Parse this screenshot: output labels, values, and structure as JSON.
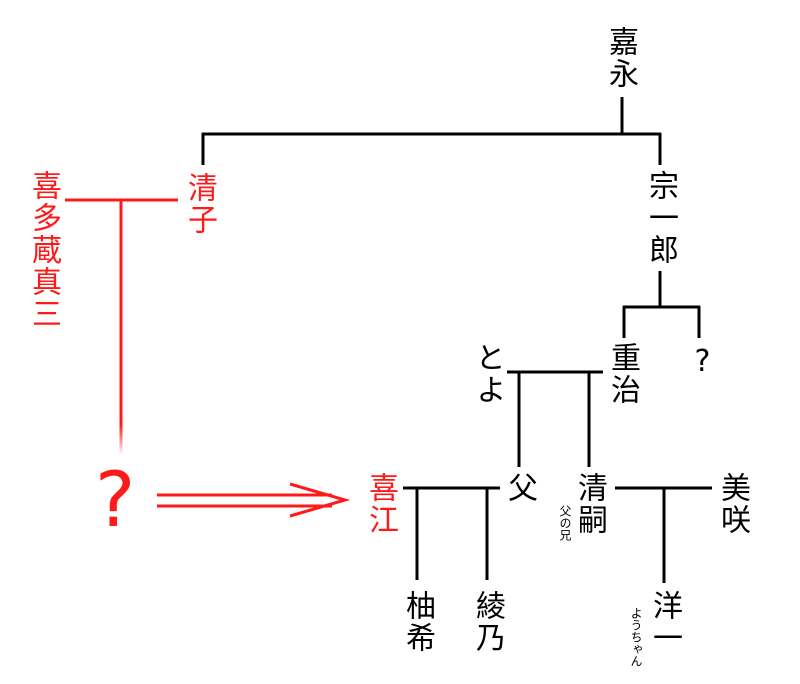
{
  "colors": {
    "line": "#000000",
    "highlight": "#ff1a1a"
  },
  "people": {
    "kaei": "嘉永",
    "kiyoko": "清子",
    "kitakura_shinzo": "喜多蔵真三",
    "soichiro": "宗一郎",
    "unknown_sibling": "?",
    "toyo": "とよ",
    "shigeharu": "重治",
    "father": "父",
    "seiji": "清嗣",
    "seiji_note": "父の兄",
    "kie": "喜江",
    "misaki": "美咲",
    "yuki": "柚希",
    "ayano": "綾乃",
    "yoichi": "洋一",
    "yoichi_note": "ようちゃん",
    "unknown_child": "?"
  },
  "connectors": {
    "arrow": "⟹"
  }
}
